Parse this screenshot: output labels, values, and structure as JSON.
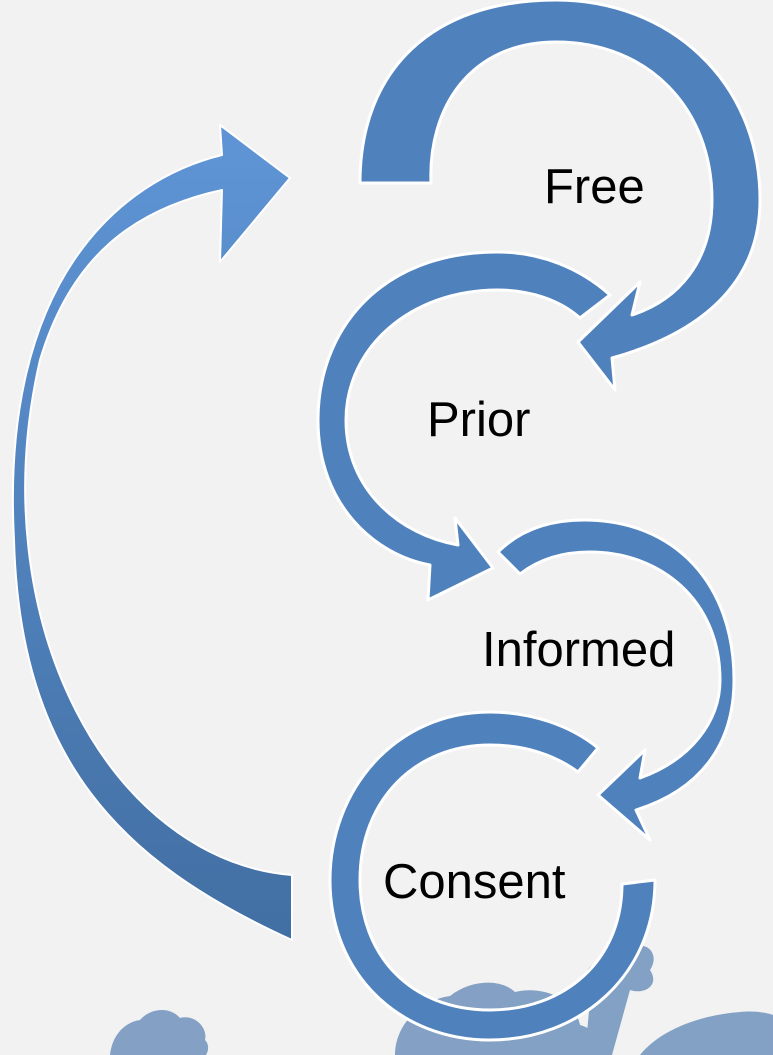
{
  "diagram": {
    "steps": [
      {
        "label": "Free"
      },
      {
        "label": "Prior"
      },
      {
        "label": "Informed"
      },
      {
        "label": "Consent"
      }
    ]
  },
  "colors": {
    "background": "#f2f2f2",
    "circular_arrow_fill": "#4f81bd",
    "circular_arrow_stroke": "#ffffff",
    "return_arrow_top": "#5f95d6",
    "return_arrow_bottom": "#426fa3",
    "tree_silhouette": "#5f86b5",
    "label_text": "#000000"
  }
}
